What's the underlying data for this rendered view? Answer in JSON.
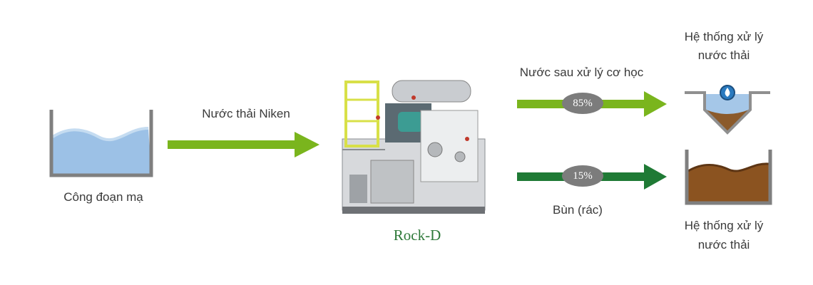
{
  "source": {
    "label": "Công đoạn mạ"
  },
  "input_flow": {
    "label": "Nước thải Niken",
    "color": "#7ab51d"
  },
  "machine": {
    "label": "Rock-D",
    "label_color": "#2f7a3a"
  },
  "outputs": [
    {
      "flow_label": "Nước sau xử lý cơ học",
      "percent": "85%",
      "color": "#7ab51d",
      "dest_lines": [
        "Hệ thống xử lý",
        "nước thải"
      ]
    },
    {
      "flow_label": "Bùn (rác)",
      "percent": "15%",
      "color": "#1f7a35",
      "dest_lines": [
        "Hệ thống xử lý",
        "nước thải"
      ]
    }
  ],
  "colors": {
    "water": "#9cc1e6",
    "water_light": "#c5dcf1",
    "sludge": "#7a4a22",
    "tank_wall": "#7f7f7f"
  }
}
